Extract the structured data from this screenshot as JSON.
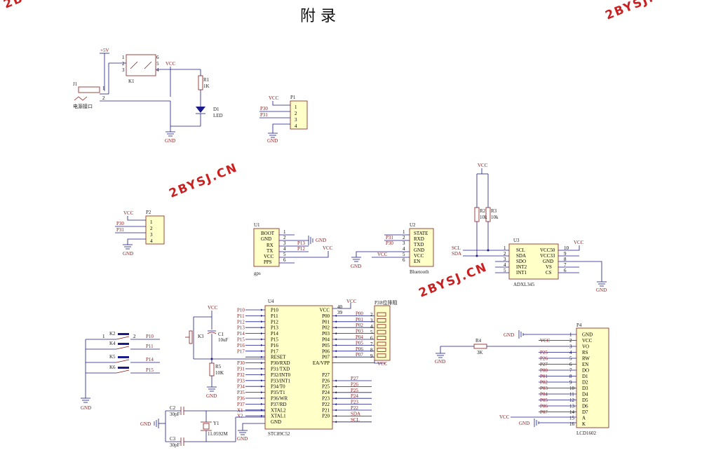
{
  "title": "附    录",
  "watermark": "2BYSJ.CN",
  "watermark_partial": "2B",
  "power": {
    "vcc": "VCC",
    "gnd": "GND",
    "v5": "+5V"
  },
  "power_section": {
    "jack_ref": "J1",
    "jack_label": "电源接口",
    "switch_ref": "K1",
    "switch_pins": [
      "1",
      "2",
      "3",
      "6",
      "5",
      "4"
    ],
    "jack_pins": [
      "1",
      "2"
    ],
    "r1_ref": "R1",
    "r1_val": "1K",
    "d1_ref": "D1",
    "d1_val": "LED"
  },
  "p1": {
    "ref": "P1",
    "pins": [
      "1",
      "2",
      "3",
      "4"
    ],
    "nets": [
      "P30",
      "P31"
    ]
  },
  "p2": {
    "ref": "P2",
    "pins": [
      "1",
      "2",
      "3",
      "4"
    ],
    "nets": [
      "P30",
      "P31"
    ]
  },
  "u1": {
    "ref": "U1",
    "name": "gps",
    "pins": [
      "BOOT",
      "GND",
      "RX",
      "TX",
      "VCC",
      "PPS"
    ],
    "nums": [
      "1",
      "2",
      "3",
      "4",
      "5",
      "6"
    ],
    "nets": [
      "P13",
      "P12"
    ]
  },
  "u2": {
    "ref": "U2",
    "name": "Bluetooth",
    "pins": [
      "STATE",
      "RXD",
      "TXD",
      "GND",
      "VCC",
      "EN"
    ],
    "nums": [
      "1",
      "2",
      "3",
      "4",
      "5",
      "6"
    ],
    "nets": [
      "P31",
      "P30"
    ]
  },
  "u3": {
    "ref": "U3",
    "name": "ADXL345",
    "left_pins": [
      "SCL",
      "SDA",
      "SDO",
      "INT2",
      "INT1"
    ],
    "left_nums": [
      "1",
      "2",
      "3",
      "4",
      "5"
    ],
    "right_pins": [
      "VCC50",
      "VCC33",
      "GND",
      "VS",
      "CS"
    ],
    "right_nums": [
      "10",
      "9",
      "8",
      "7",
      "6"
    ],
    "nets": [
      "SCL",
      "SDA"
    ],
    "r2_ref": "R2",
    "r2_val": "10k",
    "r3_ref": "R3",
    "r3_val": "10k"
  },
  "u4": {
    "ref": "U4",
    "name": "STC89C52",
    "left_pins": [
      "P10",
      "P11",
      "P12",
      "P13",
      "P14",
      "P15",
      "P16",
      "P17",
      "RESET",
      "P30/RXD",
      "P31/TXD",
      "P32/INT0",
      "P33/INT1",
      "P34/T0",
      "P35/T1",
      "P36/WR",
      "P37/RD",
      "XTAL2",
      "XTAL1",
      "GND"
    ],
    "right_pins": [
      "VCC",
      "P00",
      "P01",
      "P02",
      "P03",
      "P04",
      "P05",
      "P06",
      "P07",
      "EA/VPP",
      "",
      "P27",
      "P26",
      "P25",
      "P24",
      "P23",
      "P22",
      "P21",
      "P20"
    ],
    "left_nets": [
      "P10",
      "P11",
      "P12",
      "P13",
      "P14",
      "P15",
      "P16",
      "P17",
      "",
      "P30",
      "P31",
      "P32",
      "P33",
      "P34",
      "P35",
      "P36",
      "P37",
      "X1",
      "X2"
    ],
    "right_nets": [
      "P00",
      "P01",
      "P02",
      "P03",
      "P04",
      "P05",
      "P06",
      "P07"
    ],
    "bottom_nets": [
      "P27",
      "P26",
      "P25",
      "P24",
      "P23",
      "P22",
      "SDA",
      "SCL"
    ],
    "pin40": "40",
    "pin39": "39"
  },
  "p3": {
    "ref": "P3",
    "name": "8位排阻",
    "nums": [
      "2",
      "3",
      "4",
      "5",
      "6",
      "7",
      "8",
      "9"
    ]
  },
  "reset": {
    "k3_ref": "K3",
    "c1_ref": "C1",
    "c1_val": "10uF",
    "r5_ref": "R5",
    "r5_val": "10K"
  },
  "keys": {
    "refs": [
      "K2",
      "K4",
      "K5",
      "K6"
    ],
    "nets": [
      "P10",
      "P11",
      "P14",
      "P15"
    ],
    "pins": [
      "1",
      "2"
    ]
  },
  "crystal": {
    "c2_ref": "C2",
    "c2_val": "30pF",
    "c3_ref": "C3",
    "c3_val": "30pF",
    "y1_ref": "Y1",
    "y1_val": "11.0592M"
  },
  "lcd": {
    "ref": "P4",
    "name": "LCD1602",
    "pins": [
      "GND",
      "VCC",
      "VO",
      "RS",
      "RW",
      "EN",
      "DO",
      "D1",
      "D2",
      "D3",
      "D4",
      "D5",
      "D6",
      "D7",
      "A",
      "K"
    ],
    "nums": [
      "1",
      "2",
      "3",
      "4",
      "5",
      "6",
      "7",
      "8",
      "9",
      "10",
      "11",
      "12",
      "13",
      "14",
      "15",
      "16"
    ],
    "nets": [
      "",
      "VCC",
      "",
      "P25",
      "P26",
      "P27",
      "P00",
      "P01",
      "P02",
      "P03",
      "P04",
      "P05",
      "P06",
      "P07",
      "",
      ""
    ],
    "r4_ref": "R4",
    "r4_val": "3K"
  }
}
